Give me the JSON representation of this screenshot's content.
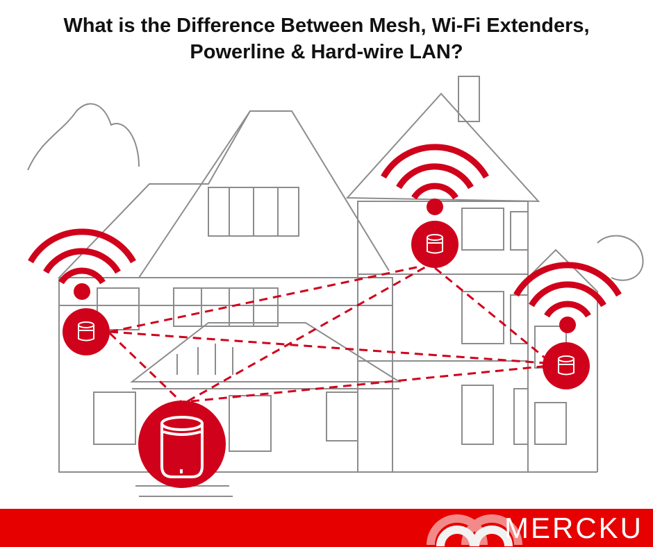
{
  "title": {
    "line1": "What is the Difference Between Mesh, Wi-Fi Extenders,",
    "line2": "Powerline & Hard-wire LAN?"
  },
  "brand": {
    "name": "MERCKU"
  },
  "colors": {
    "accent": "#d0021b",
    "banner": "#e60000",
    "sketch": "#9a9a9a"
  },
  "icons": [
    "wifi-icon",
    "mesh-node-icon",
    "router-icon",
    "mercku-logo"
  ]
}
